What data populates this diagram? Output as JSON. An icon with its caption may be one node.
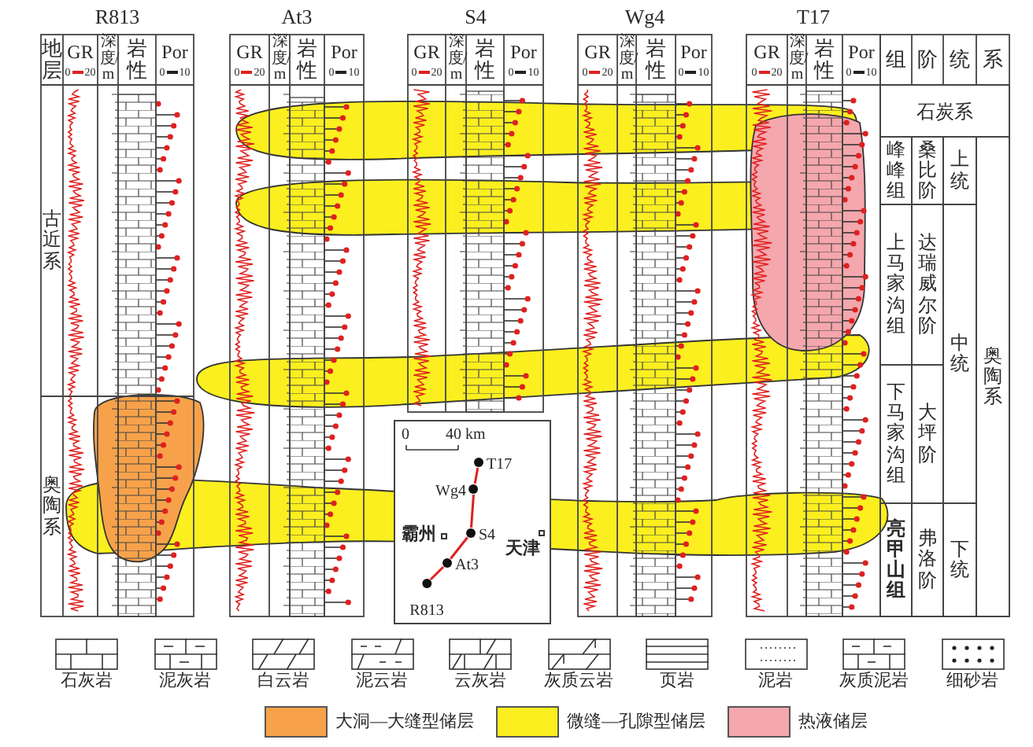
{
  "diagram": {
    "nodes": [
      {
        "text": [],
        "shape": "box"
      },
      {
        "text": [
          "T17"
        ],
        "in": 0
      },
      {
        "text": [
          "Wg4"
        ],
        "in": 0
      },
      {
        "text": [
          "S4"
        ],
        "in": 0
      },
      {
        "text": [
          "At3"
        ],
        "in": 0
      },
      {
        "text": [
          "R813"
        ],
        "in": 0
      }
    ],
    "edges": [
      {
        "from": 5,
        "to": 4,
        "arrow": "none"
      },
      {
        "from": 4,
        "to": 3,
        "arrow": "none"
      },
      {
        "from": 3,
        "to": 2,
        "arrow": "none"
      },
      {
        "from": 2,
        "to": 1,
        "arrow": "none"
      }
    ],
    "labels": [
      "R813",
      "At3",
      "S4",
      "Wg4",
      "T17",
      "地层",
      "GR",
      "0",
      "20",
      "深度/m",
      "岩性",
      "Por",
      "0",
      "10",
      "GR",
      "0",
      "20",
      "深度/m",
      "岩性",
      "Por",
      "0",
      "10",
      "GR",
      "0",
      "20",
      "深度/m",
      "岩性",
      "Por",
      "0",
      "10",
      "GR",
      "0",
      "20",
      "深度/m",
      "岩性",
      "Por",
      "0",
      "10",
      "GR",
      "0",
      "20",
      "深度/m",
      "岩性",
      "Por",
      "0",
      "10",
      "组",
      "阶",
      "统",
      "系",
      "古近系",
      "奥陶系",
      "石炭系",
      "峰峰组",
      "桑比阶",
      "上统",
      "上马家沟组",
      "达瑞威尔阶",
      "中统",
      "奥陶系",
      "下马家沟组",
      "大坪阶",
      "亮甲山组",
      "弗洛阶",
      "下统",
      "0",
      "40 km",
      "霸州",
      "天津"
    ],
    "legend": [
      {
        "text": "石灰岩"
      },
      {
        "text": "泥灰岩"
      },
      {
        "text": "白云岩"
      },
      {
        "text": "泥云岩"
      },
      {
        "text": "云灰岩"
      },
      {
        "text": "灰质云岩"
      },
      {
        "text": "页岩"
      },
      {
        "text": "泥岩"
      },
      {
        "text": "灰质泥岩"
      },
      {
        "text": "细砂岩"
      },
      {
        "text": "大洞—大缝型储层",
        "color": "#f7a24a"
      },
      {
        "text": "微缝—孔隙型储层",
        "color": "#fbef1f"
      },
      {
        "text": "热液储层",
        "color": "#f4a7ad"
      }
    ]
  }
}
